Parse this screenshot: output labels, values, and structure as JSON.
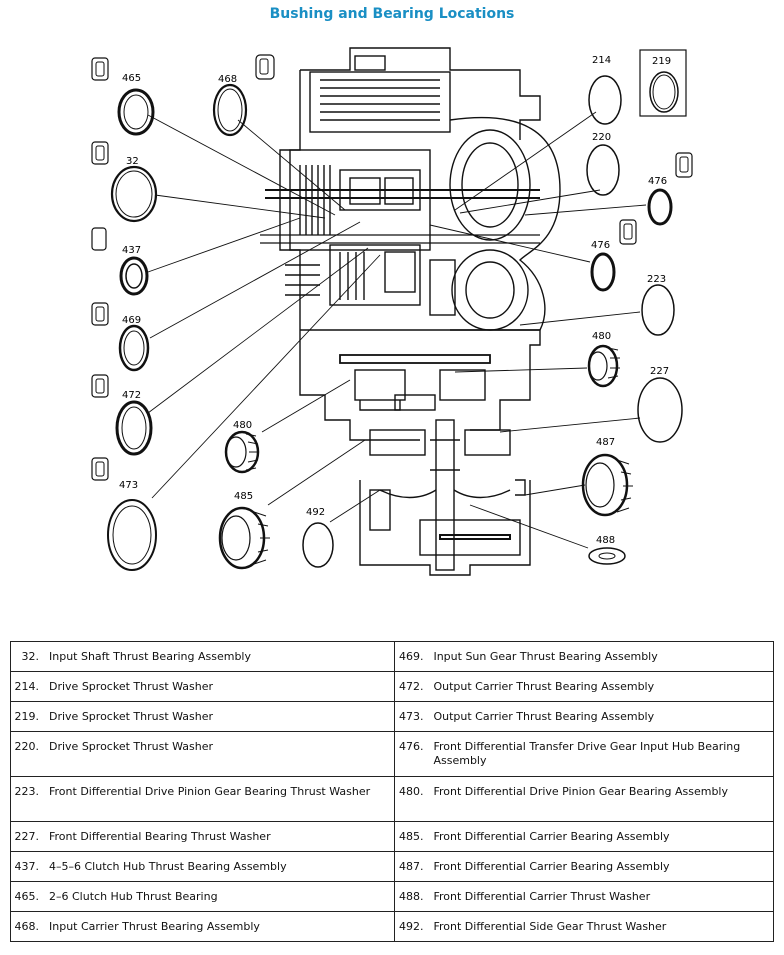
{
  "title": "Bushing and Bearing Locations",
  "callouts": [
    "465",
    "468",
    "32",
    "437",
    "469",
    "472",
    "473",
    "480",
    "485",
    "492",
    "214",
    "219",
    "220",
    "476",
    "476",
    "223",
    "480",
    "227",
    "487",
    "488"
  ],
  "legend": [
    {
      "left": {
        "num": "32.",
        "desc": "Input Shaft Thrust Bearing Assembly"
      },
      "right": {
        "num": "469.",
        "desc": "Input Sun Gear Thrust Bearing Assembly"
      }
    },
    {
      "left": {
        "num": "214.",
        "desc": "Drive Sprocket Thrust Washer"
      },
      "right": {
        "num": "472.",
        "desc": "Output Carrier Thrust Bearing Assembly"
      }
    },
    {
      "left": {
        "num": "219.",
        "desc": "Drive Sprocket Thrust Washer"
      },
      "right": {
        "num": "473.",
        "desc": "Output Carrier Thrust Bearing Assembly"
      }
    },
    {
      "left": {
        "num": "220.",
        "desc": "Drive Sprocket Thrust Washer"
      },
      "right": {
        "num": "476.",
        "desc": "Front Differential Transfer Drive Gear Input Hub Bearing Assembly"
      }
    },
    {
      "left": {
        "num": "223.",
        "desc": "Front Differential Drive Pinion Gear Bearing Thrust Washer"
      },
      "right": {
        "num": "480.",
        "desc": "Front Differential Drive Pinion Gear Bearing Assembly"
      }
    },
    {
      "left": {
        "num": "227.",
        "desc": "Front Differential Bearing Thrust Washer"
      },
      "right": {
        "num": "485.",
        "desc": "Front Differential Carrier Bearing Assembly"
      }
    },
    {
      "left": {
        "num": "437.",
        "desc": "4–5–6 Clutch Hub Thrust Bearing Assembly"
      },
      "right": {
        "num": "487.",
        "desc": "Front Differential Carrier Bearing Assembly"
      }
    },
    {
      "left": {
        "num": "465.",
        "desc": "2–6 Clutch Hub Thrust Bearing"
      },
      "right": {
        "num": "488.",
        "desc": "Front Differential Carrier Thrust Washer"
      }
    },
    {
      "left": {
        "num": "468.",
        "desc": "Input Carrier Thrust Bearing Assembly"
      },
      "right": {
        "num": "492.",
        "desc": "Front Differential Side Gear Thrust Washer"
      }
    }
  ]
}
